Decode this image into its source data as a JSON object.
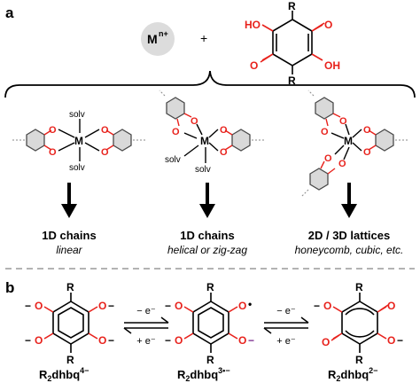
{
  "panel_a": {
    "label": "a",
    "metal": "M",
    "metal_charge": "n+",
    "plus": "+",
    "ligand_R_top": "R",
    "ligand_R_bottom": "R",
    "ligand_HO": "HO",
    "ligand_OH": "OH",
    "ligand_O": "O",
    "columns": [
      {
        "metal": "M",
        "solv": [
          "solv",
          "solv"
        ],
        "title": "1D chains",
        "subtitle": "linear"
      },
      {
        "metal": "M",
        "solv": [
          "solv",
          "solv"
        ],
        "title": "1D chains",
        "subtitle": "helical or zig-zag"
      },
      {
        "metal": "M",
        "solv": [],
        "title": "2D / 3D lattices",
        "subtitle": "honeycomb, cubic, etc."
      }
    ],
    "oxygen_label": "O"
  },
  "panel_b": {
    "label": "b",
    "species": [
      {
        "name": "R",
        "sub": "2",
        "rest": "dhbq",
        "sup": "4−"
      },
      {
        "name": "R",
        "sub": "2",
        "rest": "dhbq",
        "sup": "3•−"
      },
      {
        "name": "R",
        "sub": "2",
        "rest": "dhbq",
        "sup": "2−"
      }
    ],
    "equilibria": [
      {
        "top": "− e⁻",
        "bottom": "+ e⁻"
      },
      {
        "top": "− e⁻",
        "bottom": "+ e⁻"
      }
    ],
    "R": "R",
    "O": "O",
    "minus": "−",
    "radical": "•"
  },
  "colors": {
    "oxygen": "#e8221c",
    "metal_circle": "#dcdcdc",
    "ring_gray": "#d9d9d9",
    "ring_stroke": "#4a4a4a",
    "divider": "#9a9a9a",
    "radical_mark": "#7b2c8f"
  }
}
